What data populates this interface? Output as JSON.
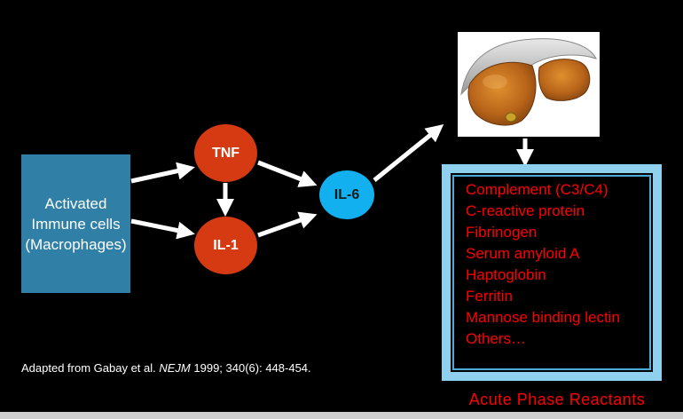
{
  "immune_box": {
    "line1": "Activated",
    "line2": "Immune cells",
    "line3": "(Macrophages)"
  },
  "nodes": {
    "tnf": "TNF",
    "il1": "IL-1",
    "il6": "IL-6"
  },
  "acute_phase_reactants": [
    "Complement (C3/C4)",
    "C-reactive protein",
    "Fibrinogen",
    "Serum amyloid A",
    "Haptoglobin",
    "Ferritin",
    "Mannose binding lectin",
    "Others…"
  ],
  "reactants_caption": "Acute Phase Reactants",
  "citation": {
    "prefix": "Adapted from Gabay et al. ",
    "journal": "NEJM",
    "suffix": " 1999; 340(6): 448-454."
  },
  "colors": {
    "background": "#000000",
    "immune_box": "#2f7fa6",
    "cytokine_node": "#d53a12",
    "il6_node": "#12b0ee",
    "reactant_text": "#ff0000",
    "reactant_frame": "#8fd0ee",
    "arrow": "#ffffff"
  },
  "icons": {
    "liver": "liver-illustration"
  }
}
